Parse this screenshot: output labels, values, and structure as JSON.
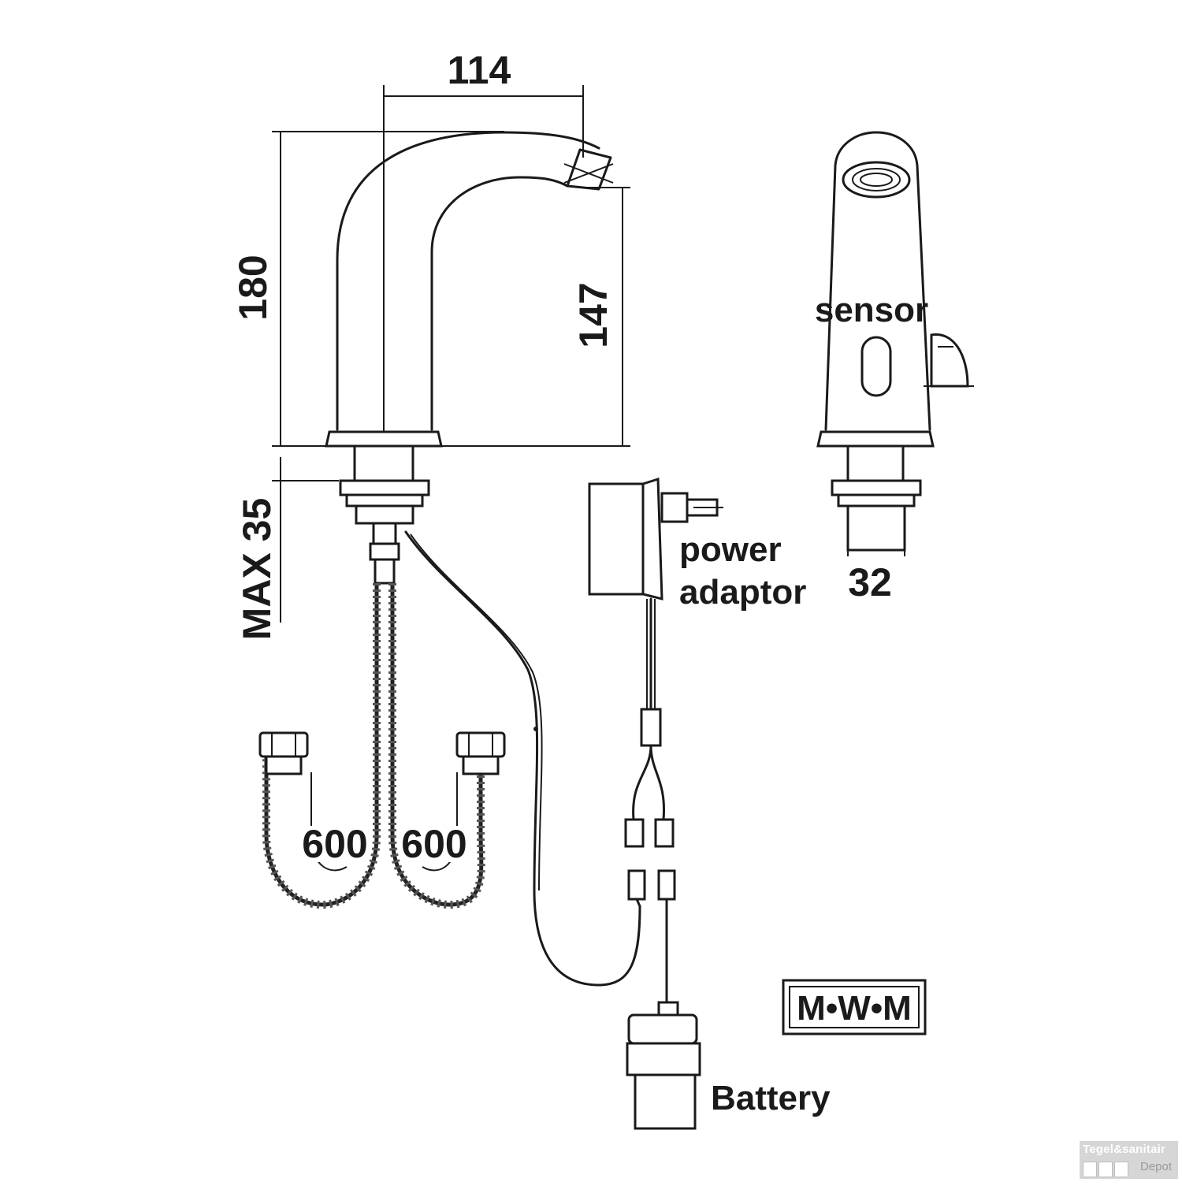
{
  "dimensions": {
    "spout_reach": "114",
    "total_height": "180",
    "outlet_height": "147",
    "max_deck_thickness": "MAX 35",
    "hose_left_length": "600",
    "hose_right_length": "600",
    "base_diameter": "32"
  },
  "labels": {
    "sensor": "sensor",
    "power_adaptor_line1": "power",
    "power_adaptor_line2": "adaptor",
    "battery": "Battery",
    "certification_mark": "M•W•M"
  },
  "watermark": {
    "brand_line": "Tegel&sanitair",
    "sub_line": "Depot"
  }
}
